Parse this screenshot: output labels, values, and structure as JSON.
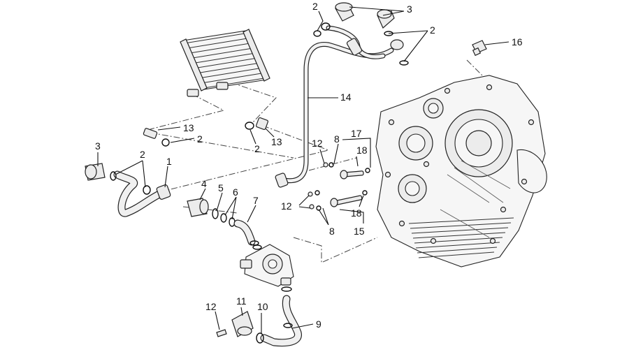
{
  "diagram": {
    "callouts": [
      {
        "id": "c2a",
        "text": "2"
      },
      {
        "id": "c3a",
        "text": "3"
      },
      {
        "id": "c2b",
        "text": "2"
      },
      {
        "id": "c16",
        "text": "16"
      },
      {
        "id": "c14",
        "text": "14"
      },
      {
        "id": "c13a",
        "text": "13"
      },
      {
        "id": "c2c",
        "text": "2"
      },
      {
        "id": "c2d",
        "text": "2"
      },
      {
        "id": "c13b",
        "text": "13"
      },
      {
        "id": "c3b",
        "text": "3"
      },
      {
        "id": "c2e",
        "text": "2"
      },
      {
        "id": "c1",
        "text": "1"
      },
      {
        "id": "c12a",
        "text": "12"
      },
      {
        "id": "c8a",
        "text": "8"
      },
      {
        "id": "c17",
        "text": "17"
      },
      {
        "id": "c18a",
        "text": "18"
      },
      {
        "id": "c4",
        "text": "4"
      },
      {
        "id": "c5",
        "text": "5"
      },
      {
        "id": "c6",
        "text": "6"
      },
      {
        "id": "c7",
        "text": "7"
      },
      {
        "id": "c12b",
        "text": "12"
      },
      {
        "id": "c18b",
        "text": "18"
      },
      {
        "id": "c8b",
        "text": "8"
      },
      {
        "id": "c15",
        "text": "15"
      },
      {
        "id": "c12c",
        "text": "12"
      },
      {
        "id": "c11",
        "text": "11"
      },
      {
        "id": "c10",
        "text": "10"
      },
      {
        "id": "c9",
        "text": "9"
      }
    ]
  }
}
